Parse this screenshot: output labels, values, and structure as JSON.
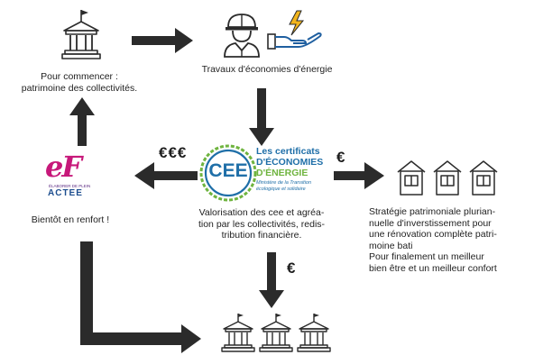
{
  "nodes": {
    "start": {
      "label_line1": "Pour commencer :",
      "label_line2": "patrimoine des collectivités."
    },
    "works": {
      "label": "Travaux d'économies d'énergie"
    },
    "cee": {
      "logo_short": "CEE",
      "logo_line1": "Les certificats",
      "logo_line2": "D'ÉCONOMIES",
      "logo_line3": "D'ÉNERGIE",
      "logo_line4": "Ministère de la Transition",
      "logo_line5": "écologique et solidaire",
      "label_line1": "Valorisation des cee et agréa-",
      "label_line2": "tion par les collectivités, redis-",
      "label_line3": "tribution financière."
    },
    "actee": {
      "logo_mark": "eF",
      "logo_tagline": "ÉLABORER DE PLEIN",
      "logo_name": "ACTEE",
      "label": "Bientôt en renfort !"
    },
    "strategy": {
      "line1": "Stratégie patrimoniale plurian-",
      "line2": "nuelle d'inverstissement pour",
      "line3": "une rénovation complète patri-",
      "line4": "moine bati",
      "line5": "Pour  finalement un meilleur",
      "line6": "bien être et un meilleur confort"
    }
  },
  "edge_labels": {
    "to_actee": "€€€",
    "to_strategy": "€",
    "to_bottom": "€"
  },
  "colors": {
    "arrow": "#2b2b2b",
    "cee_green": "#6fb43f",
    "cee_blue": "#1f6fa8",
    "actee_magenta": "#c7187a",
    "actee_purple": "#5b2a82",
    "actee_blue": "#1d4e8f",
    "hand_blue": "#1f5fa0",
    "bolt_yellow": "#f2b51c"
  },
  "icons": {
    "start": "government-building-icon",
    "works": "worker-helmet-icon",
    "energy": "energy-hand-icon",
    "strategy": "houses-icon",
    "bottom": "government-buildings-icon"
  }
}
